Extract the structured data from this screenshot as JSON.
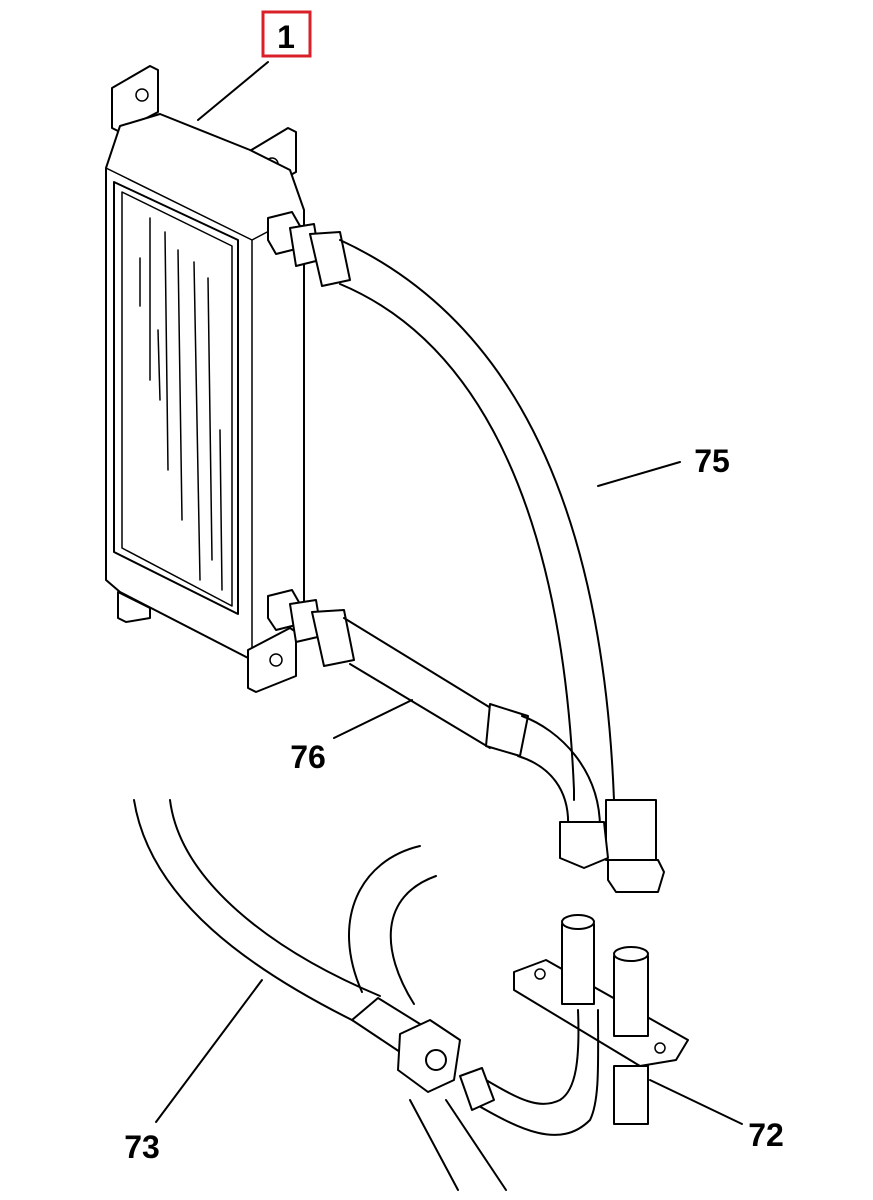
{
  "callouts": [
    {
      "id": "1",
      "label": "1",
      "highlighted": true
    },
    {
      "id": "75",
      "label": "75"
    },
    {
      "id": "76",
      "label": "76"
    },
    {
      "id": "73",
      "label": "73"
    },
    {
      "id": "72",
      "label": "72"
    }
  ],
  "colors": {
    "highlight": "#d9202a",
    "line": "#000000",
    "background": "#ffffff"
  }
}
